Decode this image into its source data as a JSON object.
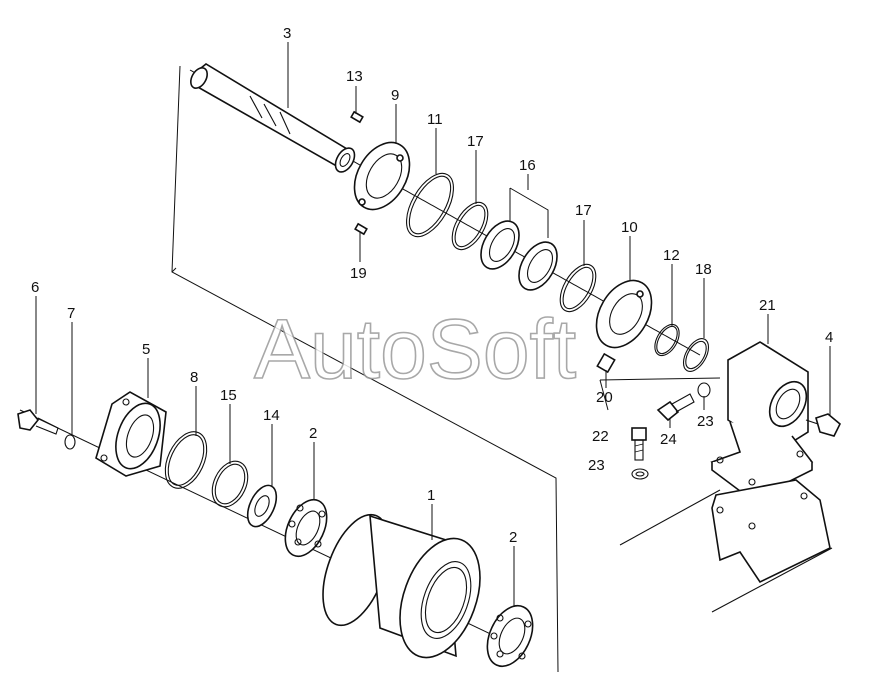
{
  "watermark": "AutoSoft",
  "callouts": {
    "c1": "1",
    "c2a": "2",
    "c2b": "2",
    "c3": "3",
    "c4": "4",
    "c5": "5",
    "c6": "6",
    "c7": "7",
    "c8": "8",
    "c9": "9",
    "c10": "10",
    "c11": "11",
    "c12": "12",
    "c13": "13",
    "c14": "14",
    "c15": "15",
    "c16": "16",
    "c17a": "17",
    "c17b": "17",
    "c18": "18",
    "c19": "19",
    "c20": "20",
    "c21": "21",
    "c22": "22",
    "c23a": "23",
    "c23b": "23",
    "c24": "24"
  },
  "icons": {
    "drawing": "exploded-parts-diagram"
  }
}
